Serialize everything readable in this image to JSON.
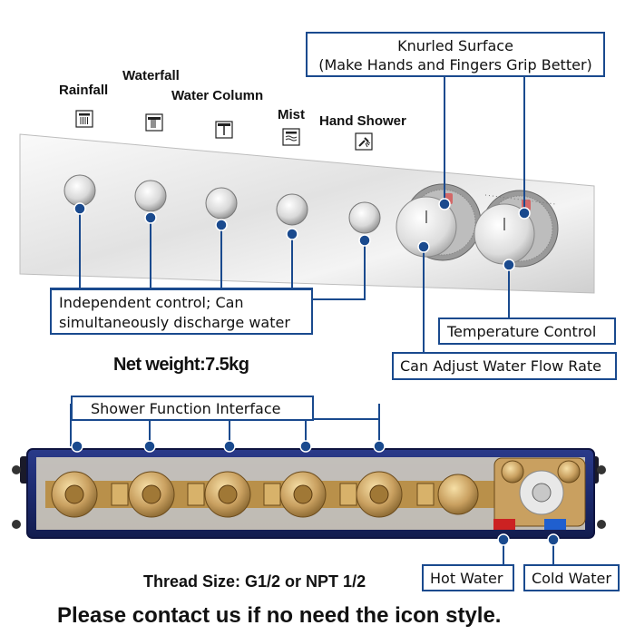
{
  "functions": [
    {
      "label": "Rainfall",
      "icon": "rainfall-icon"
    },
    {
      "label": "Waterfall",
      "icon": "waterfall-icon"
    },
    {
      "label": "Water Column",
      "icon": "water-column-icon"
    },
    {
      "label": "Mist",
      "icon": "mist-icon"
    },
    {
      "label": "Hand Shower",
      "icon": "hand-shower-icon"
    }
  ],
  "callouts": {
    "knurled_line1": "Knurled Surface",
    "knurled_line2": "(Make Hands and Fingers Grip Better)",
    "independent_line1": "Independent control; Can",
    "independent_line2": "simultaneously discharge water",
    "temperature": "Temperature Control",
    "flow_rate": "Can Adjust Water Flow Rate",
    "interface": "Shower Function Interface",
    "hot": "Hot Water",
    "cold": "Cold Water"
  },
  "net_weight": "Net weight:7.5kg",
  "thread_size": "Thread Size: G1/2 or NPT 1/2",
  "footer": "Please contact us if no need the icon style.",
  "colors": {
    "accent": "#1a4a8e",
    "brass": "#c9a060",
    "chrome": "#e6e6e6",
    "box_blue": "#1c2a6e"
  }
}
